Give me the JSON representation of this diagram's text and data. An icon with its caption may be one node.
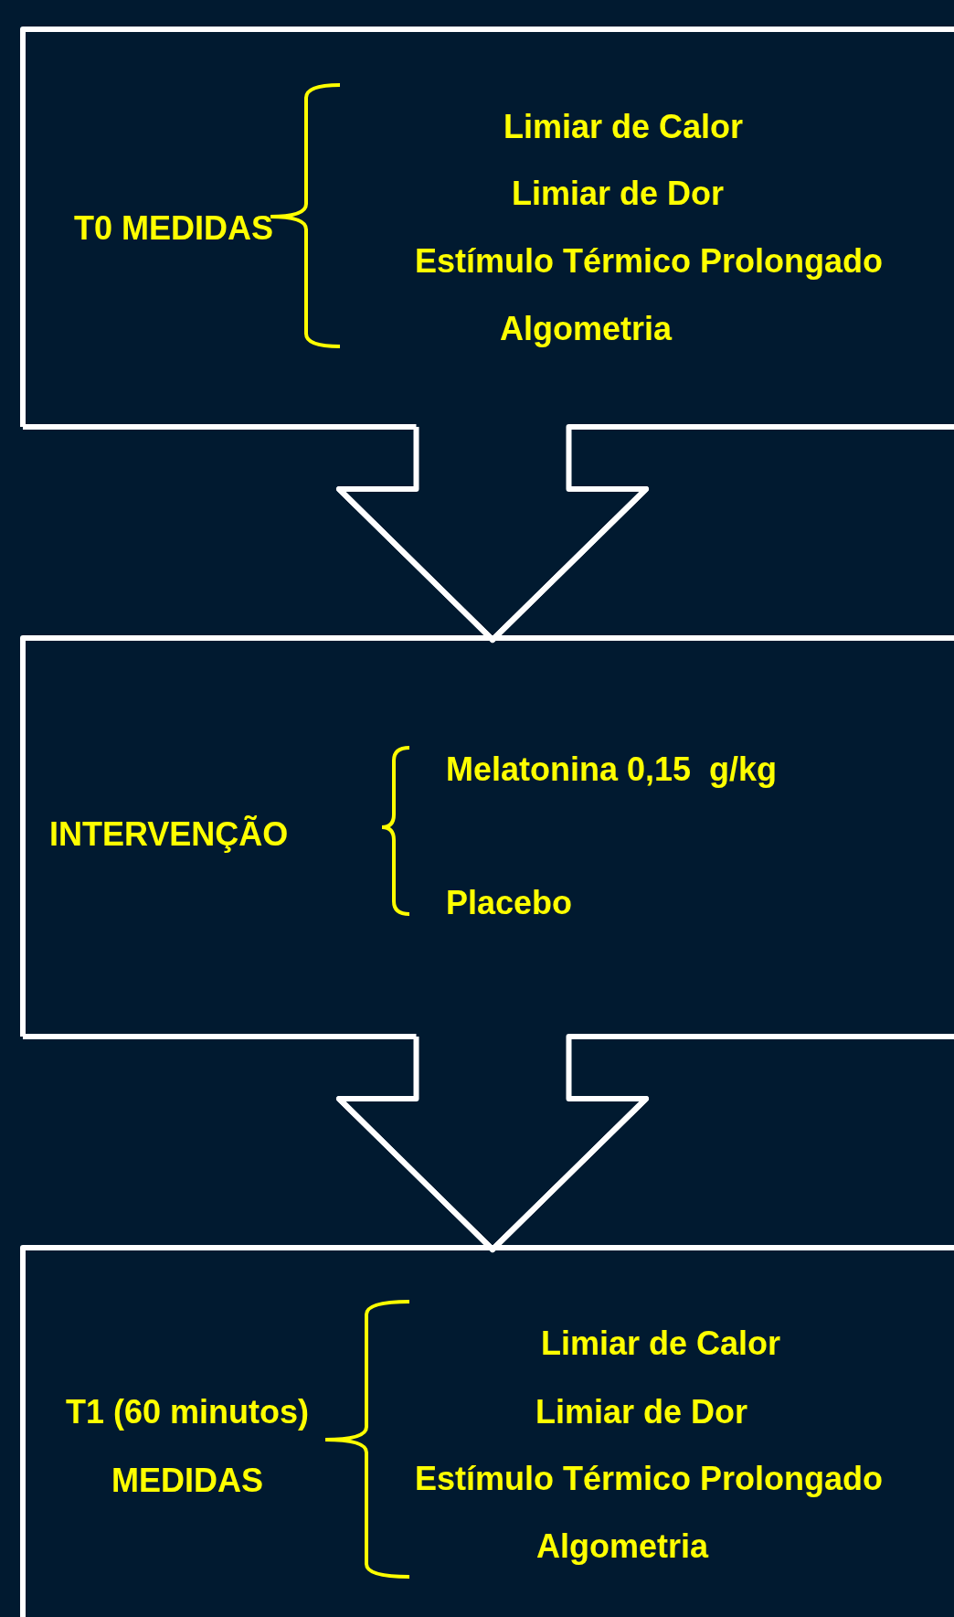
{
  "diagram": {
    "nodes": [
      {
        "text": [
          "T0 MEDIDAS",
          "Limiar de Calor",
          "Limiar de Dor",
          "Estímulo Térmico Prolongado",
          "Algometria"
        ]
      },
      {
        "text": [
          "INTERVENÇÃO",
          "Melatonina 0,15  g/kg",
          "Placebo"
        ]
      },
      {
        "text": [
          "T1 (60 minutos) MEDIDAS",
          "Limiar de Calor",
          "Limiar de Dor",
          "Estímulo Térmico Prolongado",
          "Algometria"
        ]
      }
    ],
    "edges": [
      {
        "from": 0,
        "to": 1,
        "arrow": "to"
      },
      {
        "from": 1,
        "to": 2,
        "arrow": "to"
      }
    ]
  }
}
